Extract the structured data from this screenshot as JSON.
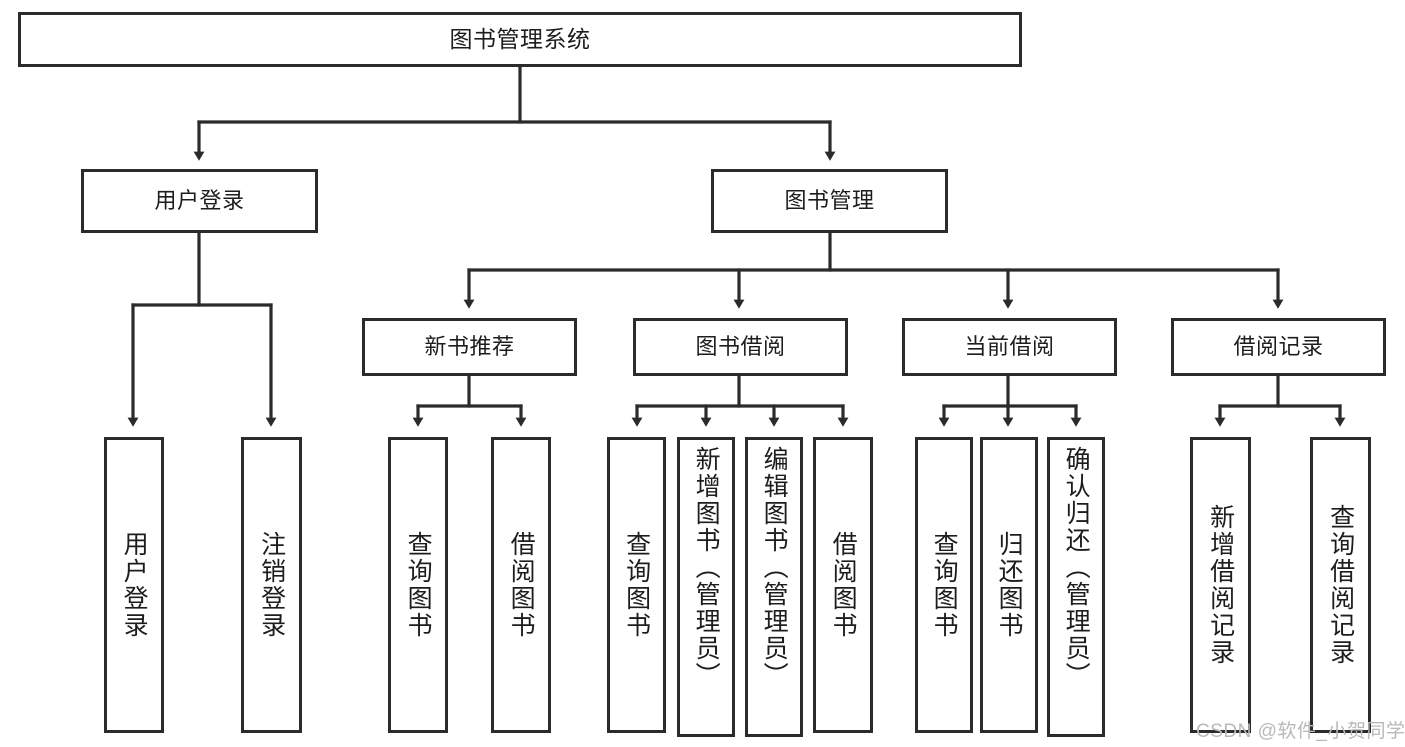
{
  "diagram": {
    "title": "图书管理系统",
    "type": "tree",
    "colors": {
      "stroke": "#2b2b2b",
      "fill": "#ffffff",
      "text": "#1d1d1d",
      "watermark": "#b9b9b9"
    },
    "root": {
      "label": "图书管理系统"
    },
    "level2": [
      {
        "label": "用户登录"
      },
      {
        "label": "图书管理"
      }
    ],
    "level3": [
      {
        "label": "新书推荐"
      },
      {
        "label": "图书借阅"
      },
      {
        "label": "当前借阅"
      },
      {
        "label": "借阅记录"
      }
    ],
    "leaves": {
      "user_login": [
        {
          "label": "用户登录"
        },
        {
          "label": "注销登录"
        }
      ],
      "new_book_recommend": [
        {
          "label": "查询图书"
        },
        {
          "label": "借阅图书"
        }
      ],
      "book_borrow": [
        {
          "label": "查询图书"
        },
        {
          "label": "新增图书（管理员）"
        },
        {
          "label": "编辑图书（管理员）"
        },
        {
          "label": "借阅图书"
        }
      ],
      "current_borrow": [
        {
          "label": "查询图书"
        },
        {
          "label": "归还图书"
        },
        {
          "label": "确认归还（管理员）"
        }
      ],
      "borrow_record": [
        {
          "label": "新增借阅记录"
        },
        {
          "label": "查询借阅记录"
        }
      ]
    }
  },
  "watermark": {
    "text": "CSDN @软件_小贺同学"
  }
}
